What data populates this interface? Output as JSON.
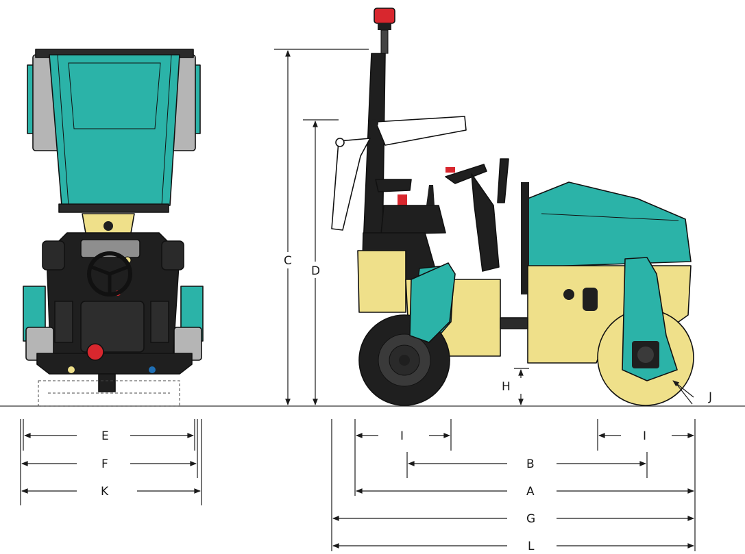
{
  "diagram": {
    "labels": {
      "A": "A",
      "B": "B",
      "C": "C",
      "D": "D",
      "E": "E",
      "F": "F",
      "G": "G",
      "H": "H",
      "I": "I",
      "J": "J",
      "K": "K",
      "L": "L"
    },
    "colors": {
      "teal": "#2bb3a8",
      "tealDark": "#1f8f86",
      "yellow": "#efe08a",
      "yellowDark": "#d7c46a",
      "black": "#1f1f1f",
      "grey": "#b5b5b5",
      "red": "#d8272e"
    }
  }
}
